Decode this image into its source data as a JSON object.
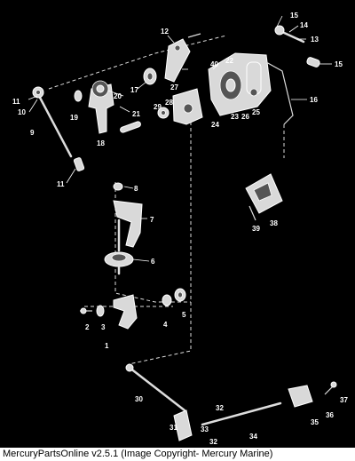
{
  "diagram": {
    "callouts": [
      "1",
      "2",
      "3",
      "4",
      "5",
      "6",
      "7",
      "8",
      "9",
      "10",
      "11",
      "11",
      "12",
      "13",
      "14",
      "15",
      "15",
      "16",
      "17",
      "18",
      "19",
      "20",
      "21",
      "22",
      "23",
      "24",
      "25",
      "26",
      "27",
      "28",
      "29",
      "30",
      "31",
      "32",
      "32",
      "33",
      "34",
      "35",
      "36",
      "37",
      "38",
      "39",
      "40"
    ]
  },
  "footer": {
    "text": "MercuryPartsOnline v2.5.1 (Image Copyright- Mercury Marine)"
  }
}
